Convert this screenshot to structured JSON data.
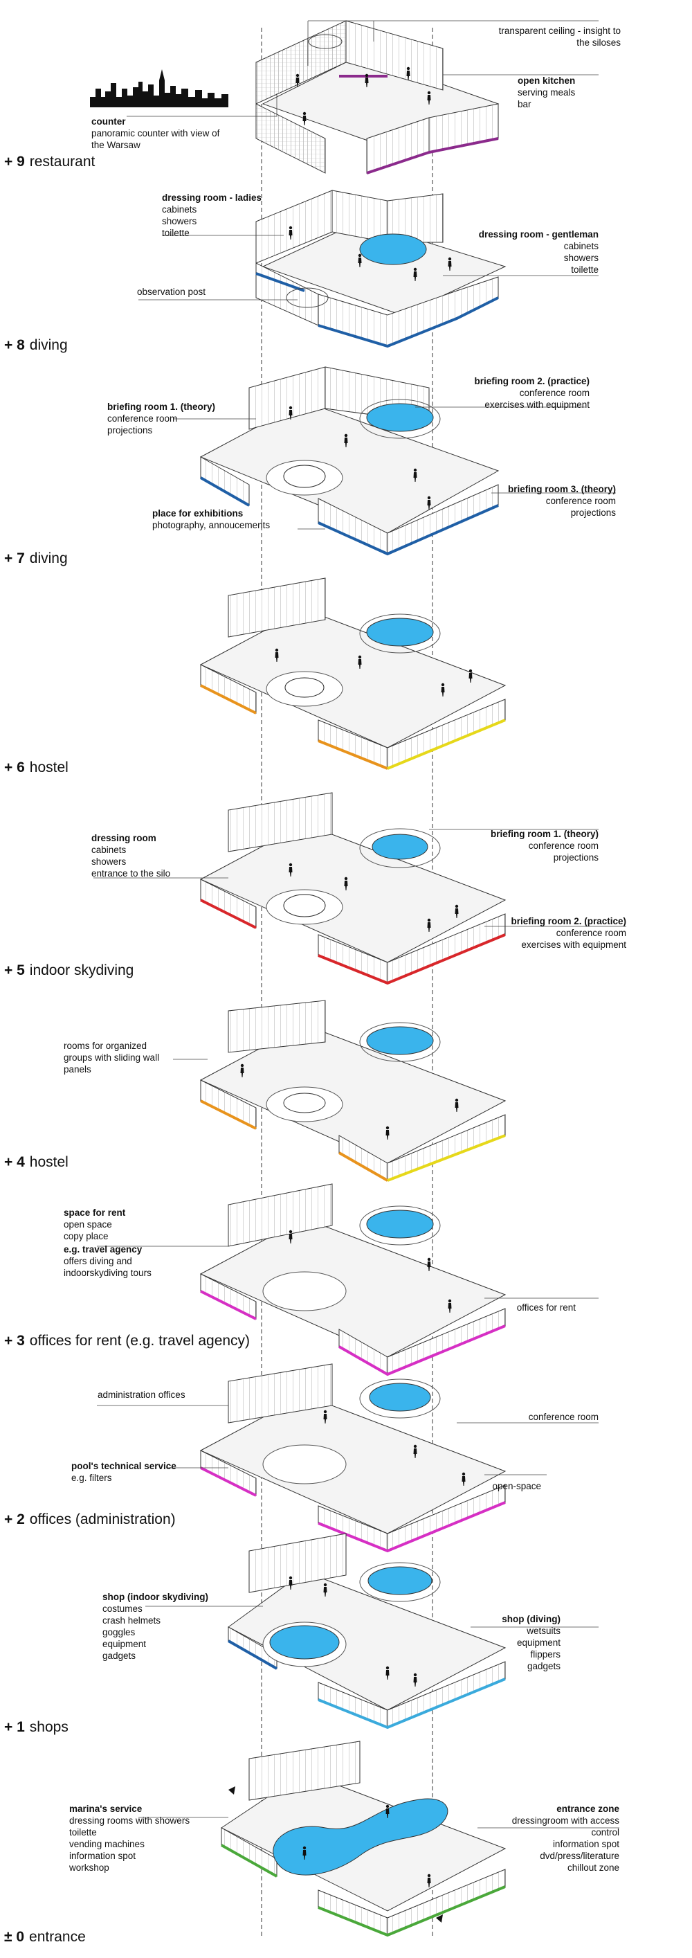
{
  "floors": [
    {
      "level": "+ 9",
      "name": "restaurant"
    },
    {
      "level": "+ 8",
      "name": "diving"
    },
    {
      "level": "+ 7",
      "name": "diving"
    },
    {
      "level": "+ 6",
      "name": "hostel"
    },
    {
      "level": "+ 5",
      "name": "indoor skydiving"
    },
    {
      "level": "+ 4",
      "name": "hostel"
    },
    {
      "level": "+ 3",
      "name": "offices for rent (e.g. travel agency)"
    },
    {
      "level": "+ 2",
      "name": "offices (administration)"
    },
    {
      "level": "+ 1",
      "name": "shops"
    },
    {
      "level": "± 0",
      "name": "entrance"
    }
  ],
  "labels": {
    "f9_ceiling": [
      "transparent ceiling - insight to",
      "the siloses"
    ],
    "f9_kitchen": {
      "title": "open kitchen",
      "lines": [
        "serving meals",
        "bar"
      ]
    },
    "f9_counter": {
      "title": "counter",
      "lines": [
        "panoramic counter with view of",
        "the Warsaw"
      ]
    },
    "f8_ladies": {
      "title": "dressing room - ladies",
      "lines": [
        "cabinets",
        "showers",
        "toilette"
      ]
    },
    "f8_gentleman": {
      "title": "dressing room - gentleman",
      "lines": [
        "cabinets",
        "showers",
        "toilette"
      ]
    },
    "f8_observation": [
      "observation post"
    ],
    "f7_brief1": {
      "title": "briefing room 1. (theory)",
      "lines": [
        "conference room",
        "projections"
      ]
    },
    "f7_brief2": {
      "title": "briefing room 2. (practice)",
      "lines": [
        "conference room",
        "exercises with equipment"
      ]
    },
    "f7_brief3": {
      "title": "briefing room 3. (theory)",
      "lines": [
        "conference room",
        "projections"
      ]
    },
    "f7_exhib": {
      "title": "place for exhibitions",
      "lines": [
        "photography, annoucements"
      ]
    },
    "f5_dressing": {
      "title": "dressing room",
      "lines": [
        "cabinets",
        "showers",
        "entrance to the silo"
      ]
    },
    "f5_brief1": {
      "title": "briefing room 1. (theory)",
      "lines": [
        "conference room",
        "projections"
      ]
    },
    "f5_brief2": {
      "title": "briefing room 2. (practice)",
      "lines": [
        "conference room",
        "exercises with equipment"
      ]
    },
    "f4_rooms": [
      "rooms for organized",
      "groups with sliding wall",
      "panels"
    ],
    "f3_space": {
      "title": "space for rent",
      "lines": [
        "open space",
        "copy place"
      ]
    },
    "f3_travel": {
      "title": "e.g. travel agency",
      "lines": [
        "offers diving and",
        "indoorskydiving tours"
      ]
    },
    "f3_offices": [
      "offices for rent"
    ],
    "f2_admin": [
      "administration offices"
    ],
    "f2_conference": [
      "conference room"
    ],
    "f2_pool": {
      "title": "pool's technical service",
      "lines": [
        "e.g. filters"
      ]
    },
    "f2_openspace": [
      "open-space"
    ],
    "f1_skydiving": {
      "title": "shop (indoor skydiving)",
      "lines": [
        "costumes",
        "crash helmets",
        "goggles",
        "equipment",
        "gadgets"
      ]
    },
    "f1_diving": {
      "title": "shop (diving)",
      "lines": [
        "wetsuits",
        "equipment",
        "flippers",
        "gadgets"
      ]
    },
    "f0_marina": {
      "title": "marina's service",
      "lines": [
        "dressing rooms with showers",
        "toilette",
        "vending machines",
        "information spot",
        "workshop"
      ]
    },
    "f0_entrance": {
      "title": "entrance zone",
      "lines": [
        "dressingroom with access",
        "control",
        "information spot",
        "dvd/press/literature",
        "chillout zone"
      ]
    }
  },
  "colors": {
    "pool": "#3ab4ec",
    "restaurant_edge": "#8b2a8c",
    "diving_edge": "#1f5fa6",
    "hostel_edge": "#e8931c",
    "hostel_edge_alt": "#e6d81a",
    "skydiving_edge": "#d8262a",
    "offices_edge": "#d62fc4",
    "shops_edge": "#3aaadc",
    "entrance_edge": "#4aa83a"
  }
}
